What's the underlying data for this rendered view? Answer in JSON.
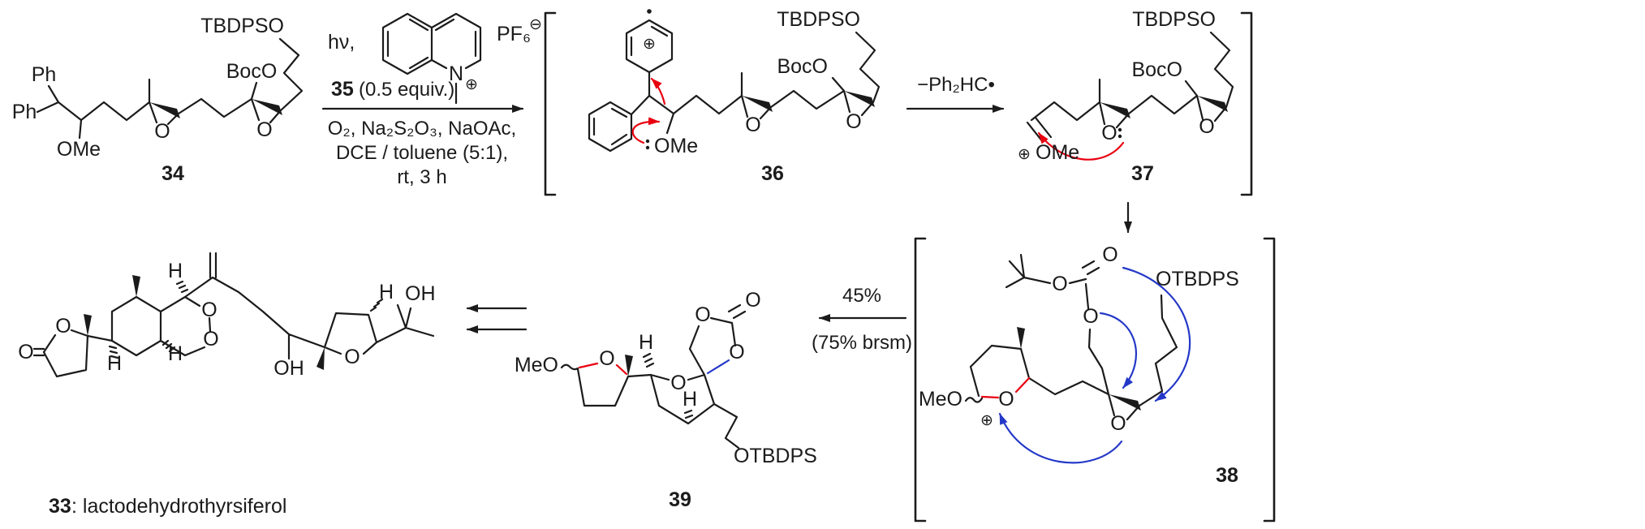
{
  "colors": {
    "bond": "#1b1b1b",
    "mechanism_red": "#e8000f",
    "mechanism_blue": "#2438c8",
    "background": "#ffffff"
  },
  "conditions": {
    "hv": "hν,",
    "reagent_number": "35",
    "reagent_equiv": "(0.5 equiv.)",
    "pf6": "PF₆",
    "pf6_charge": "⊖",
    "line1": "O₂, Na₂S₂O₃, NaOAc,",
    "line2": "DCE / toluene (5:1),",
    "line3": "rt, 3 h",
    "step2_label": "−Ph₂HC•",
    "yield": "45%",
    "brsm": "(75% brsm)"
  },
  "quinolinium": {
    "n": "N",
    "plus": "⊕"
  },
  "c34": {
    "number": "34",
    "tbdpso": "TBDPSO",
    "boco": "BocO",
    "ph1": "Ph",
    "ph2": "Ph",
    "ome": "OMe",
    "o1": "O",
    "o2": "O"
  },
  "c36": {
    "number": "36",
    "plus": "⊕",
    "ome": "OMe",
    "o1": "O",
    "o2": "O",
    "boco": "BocO",
    "tbdpso": "TBDPSO"
  },
  "c37": {
    "number": "37",
    "plus": "⊕",
    "ome": "OMe",
    "o1": "O",
    "o2": "O",
    "boco": "BocO",
    "tbdpso": "TBDPSO"
  },
  "c38": {
    "number": "38",
    "meo": "MeO",
    "plus": "⊕",
    "ring_o": "O",
    "epoxide_o": "O",
    "carbonate_o1": "O",
    "carbonate_o2": "O",
    "carbonate_o3": "O",
    "otbdps": "OTBDPS"
  },
  "c39": {
    "number": "39",
    "meo": "MeO",
    "thf_o": "O",
    "pyran_o": "O",
    "carbonate_o1": "O",
    "carbonate_o2": "O",
    "carbonate_o3": "O",
    "h1": "H",
    "h2": "H",
    "otbdps": "OTBDPS"
  },
  "c33": {
    "number": "33",
    "name": ": lactodehydrothyrsiferol",
    "exo_o": "O",
    "lactone_o": "O",
    "pyran1_o": "O",
    "pyran2_o": "O",
    "thf_o": "O",
    "oh1": "OH",
    "oh2": "OH",
    "h1": "H",
    "h2": "H",
    "h3": "H",
    "h4": "H"
  }
}
